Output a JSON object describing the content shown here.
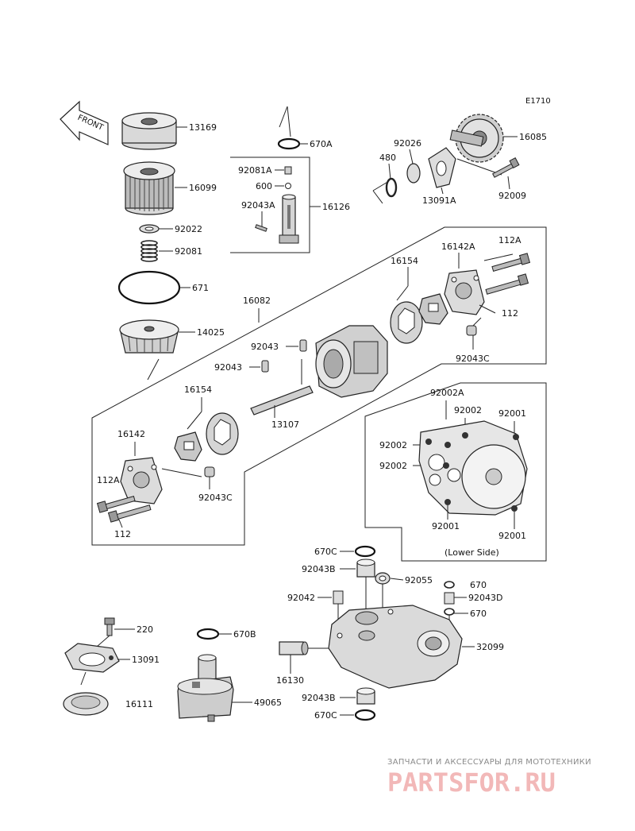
{
  "diagram_code": "E1710",
  "front_label": "FRONT",
  "lower_side_label": "(Lower Side)",
  "watermark": {
    "line1": "ЗАПЧАСТИ И АКСЕССУАРЫ ДЛЯ МОТОТЕХНИКИ",
    "line2": "PARTSFOR.RU"
  },
  "labels": {
    "p13169": "13169",
    "p16099": "16099",
    "p92022": "92022",
    "p92081": "92081",
    "p671": "671",
    "p14025": "14025",
    "p670A": "670A",
    "p92081A": "92081A",
    "p600": "600",
    "p92043A": "92043A",
    "p16126": "16126",
    "p92026": "92026",
    "p480": "480",
    "p13091A": "13091A",
    "p16085": "16085",
    "p92009": "92009",
    "p16082": "16082",
    "p16154a": "16154",
    "p16142a": "16142A",
    "p112Aa": "112A",
    "p112a": "112",
    "p92043Ca": "92043C",
    "p92043a": "92043",
    "p92043b": "92043",
    "p13107": "13107",
    "p16154b": "16154",
    "p16142b": "16142",
    "p112Ab": "112A",
    "p112b": "112",
    "p92043Cb": "92043C",
    "p92002A": "92002A",
    "p92002a": "92002",
    "p92001a": "92001",
    "p92002b": "92002",
    "p92002c": "92002",
    "p92001b": "92001",
    "p92001c": "92001",
    "p670C1": "670C",
    "p92043B1": "92043B",
    "p92055": "92055",
    "p670a": "670",
    "p92043D": "92043D",
    "p670b": "670",
    "p92042": "92042",
    "p32099": "32099",
    "p16130": "16130",
    "p92043B2": "92043B",
    "p670C2": "670C",
    "p220": "220",
    "p13091": "13091",
    "p16111": "16111",
    "p670B": "670B",
    "p49065": "49065"
  }
}
